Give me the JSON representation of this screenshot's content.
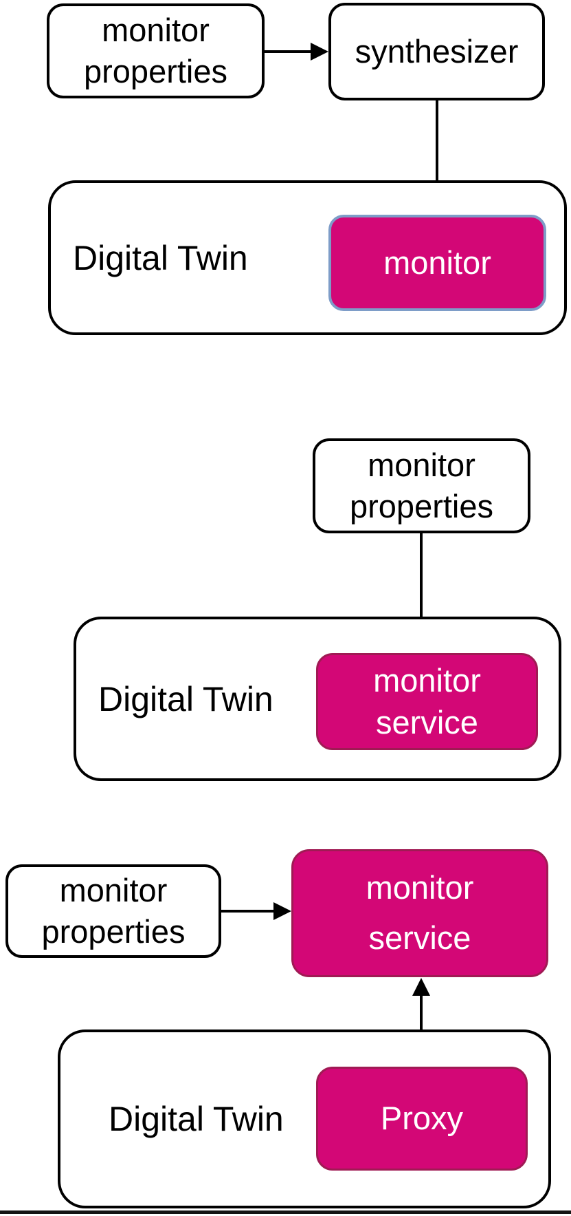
{
  "colors": {
    "page_bg": "#ffffff",
    "stroke": "#000000",
    "box_fill": "#ffffff",
    "pink_fill": "#d30776",
    "pink_border": "#a01a54",
    "blue_border": "#7e9dc8",
    "text_dark": "#000000",
    "text_light": "#ffffff",
    "divider": "#141414"
  },
  "diagram1": {
    "monitor_properties": "monitor\nproperties",
    "synthesizer": "synthesizer",
    "digital_twin": "Digital Twin",
    "monitor": "monitor"
  },
  "diagram2": {
    "monitor_properties": "monitor\nproperties",
    "digital_twin": "Digital Twin",
    "monitor_service": "monitor\nservice"
  },
  "diagram3": {
    "monitor_properties": "monitor\nproperties",
    "monitor_service": "monitor\nservice",
    "digital_twin": "Digital Twin",
    "proxy": "Proxy"
  }
}
